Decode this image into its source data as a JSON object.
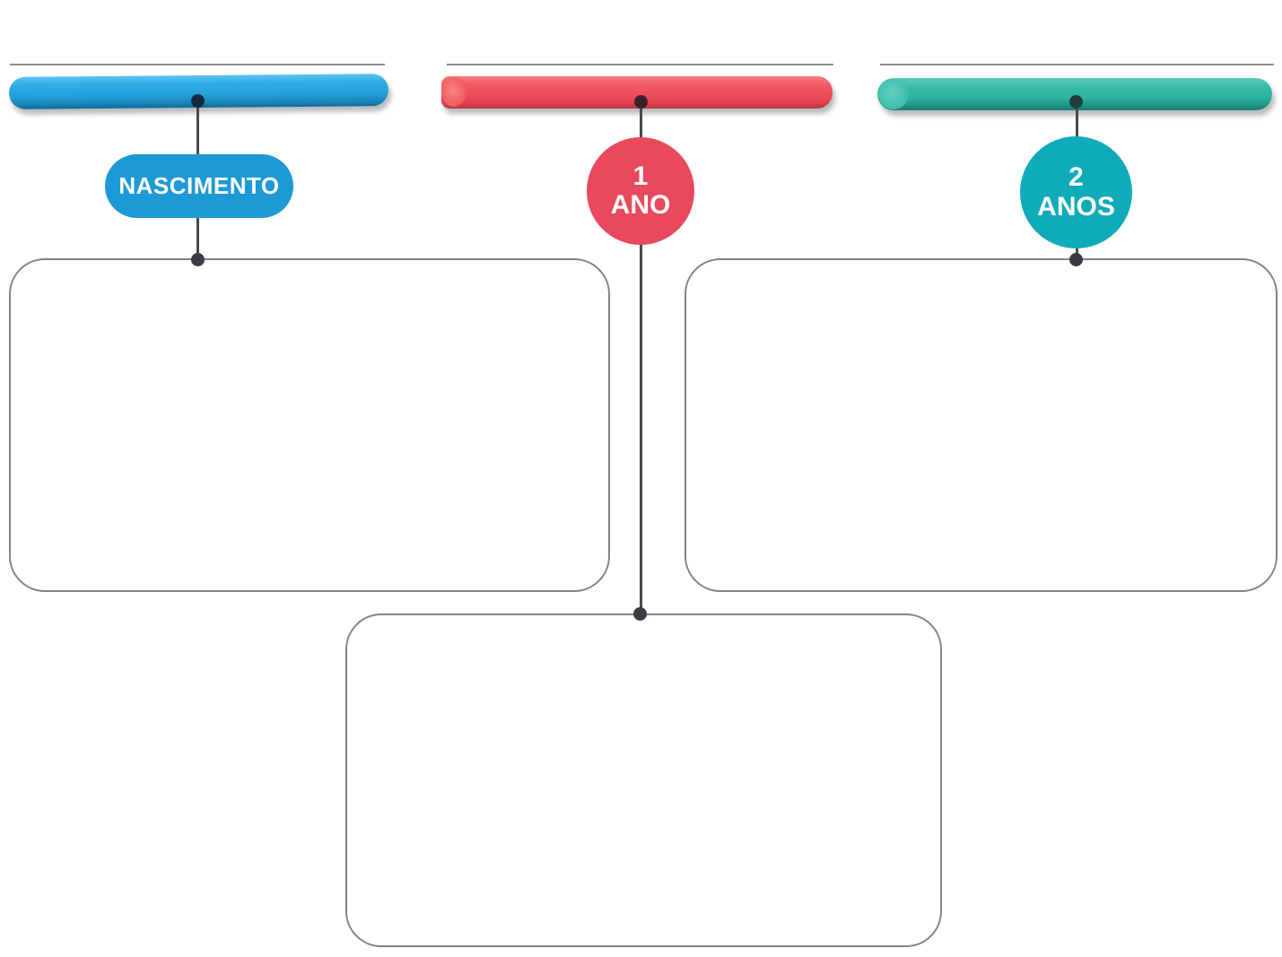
{
  "timeline": {
    "milestones": [
      {
        "id": "nascimento",
        "badge_shape": "pill",
        "badge": "NASCIMENTO",
        "bar_color": "#29a9e1",
        "badge_color": "#1d9ad6"
      },
      {
        "id": "1-ano",
        "badge_shape": "circle",
        "badge_number": "1",
        "badge_unit": "ANO",
        "bar_color": "#ee4b58",
        "badge_color": "#e9495d"
      },
      {
        "id": "2-anos",
        "badge_shape": "circle",
        "badge_number": "2",
        "badge_unit": "ANOS",
        "bar_color": "#2bb3a0",
        "badge_color": "#10abb9"
      }
    ],
    "boxes": [
      {
        "id": "nascimento-box",
        "content": ""
      },
      {
        "id": "2-anos-box",
        "content": ""
      },
      {
        "id": "1-ano-box",
        "content": ""
      }
    ],
    "colors": {
      "rule_gray": "#8d8d8d",
      "connector": "#4a4a4a",
      "box_border": "#838383",
      "background": "#ffffff"
    }
  }
}
